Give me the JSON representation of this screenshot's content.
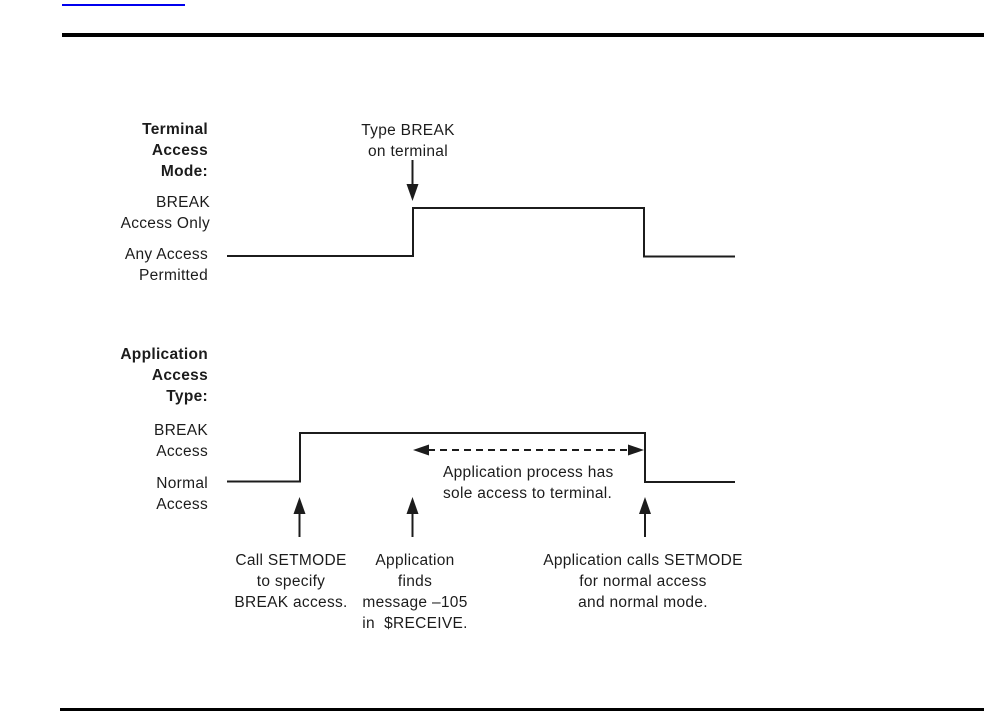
{
  "page": {
    "background": "#ffffff",
    "ink_color": "#1c1c1c",
    "link_color": "#0000ee"
  },
  "figure": {
    "terminal_section": {
      "heading": "Terminal\nAccess\nMode:",
      "high_state_label": "BREAK\nAccess Only",
      "low_state_label": "Any Access\nPermitted",
      "event_label": "Type BREAK\non terminal"
    },
    "application_section": {
      "heading": "Application\nAccess\nType:",
      "high_state_label": "BREAK\nAccess",
      "low_state_label": "Normal\nAccess",
      "span_label": "Application process has\nsole access to terminal.",
      "event_1_label": "Call SETMODE\nto specify\nBREAK access.",
      "event_2_label": "Application\nfinds\nmessage –105\nin  $RECEIVE.",
      "event_3_label": "Application calls SETMODE\nfor normal access\nand normal mode."
    }
  }
}
